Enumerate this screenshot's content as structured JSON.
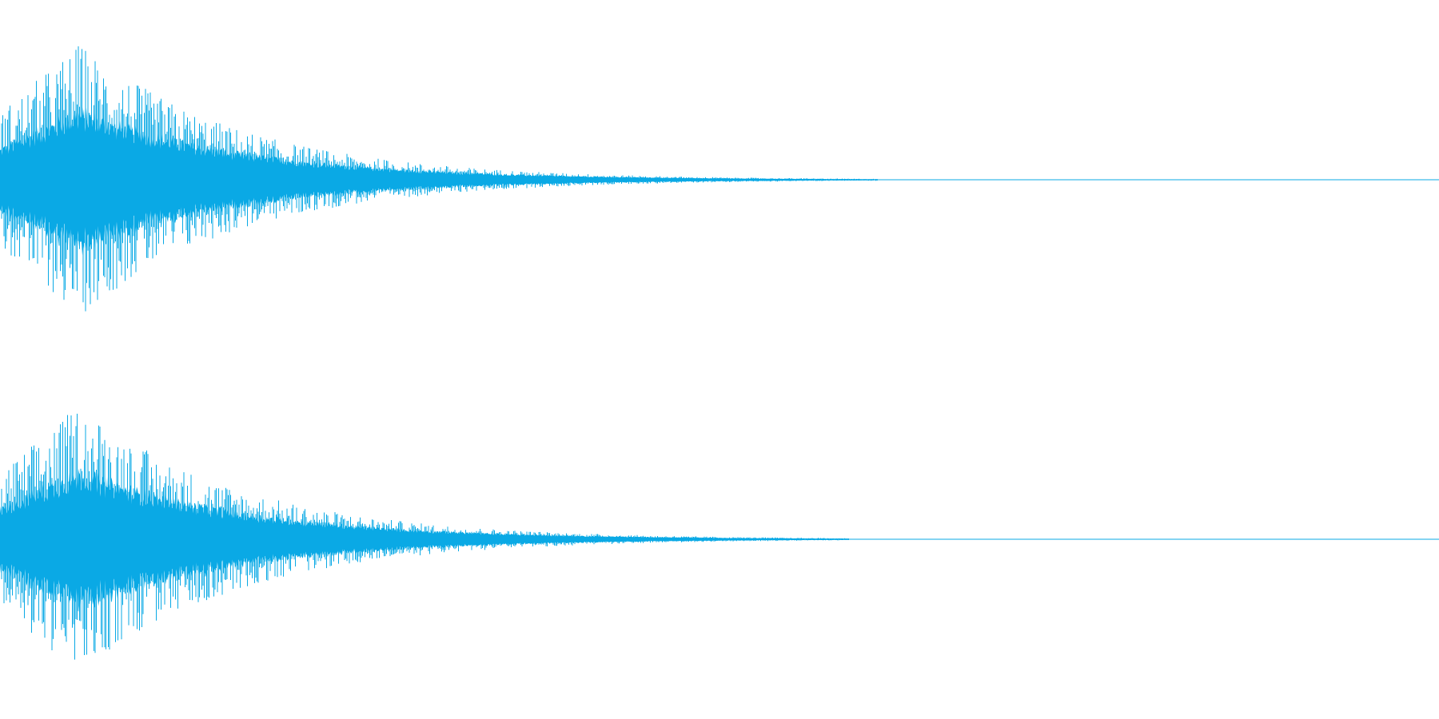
{
  "waveform": {
    "color": "#0aa9e5",
    "background": "#ffffff",
    "channels": [
      {
        "name": "",
        "peak_amplitude": 0.86,
        "decay_end_fraction": 0.61,
        "tail_end_fraction": 0.61
      },
      {
        "name": "",
        "peak_amplitude": 0.85,
        "decay_end_fraction": 0.59,
        "tail_end_fraction": 0.59
      }
    ]
  }
}
